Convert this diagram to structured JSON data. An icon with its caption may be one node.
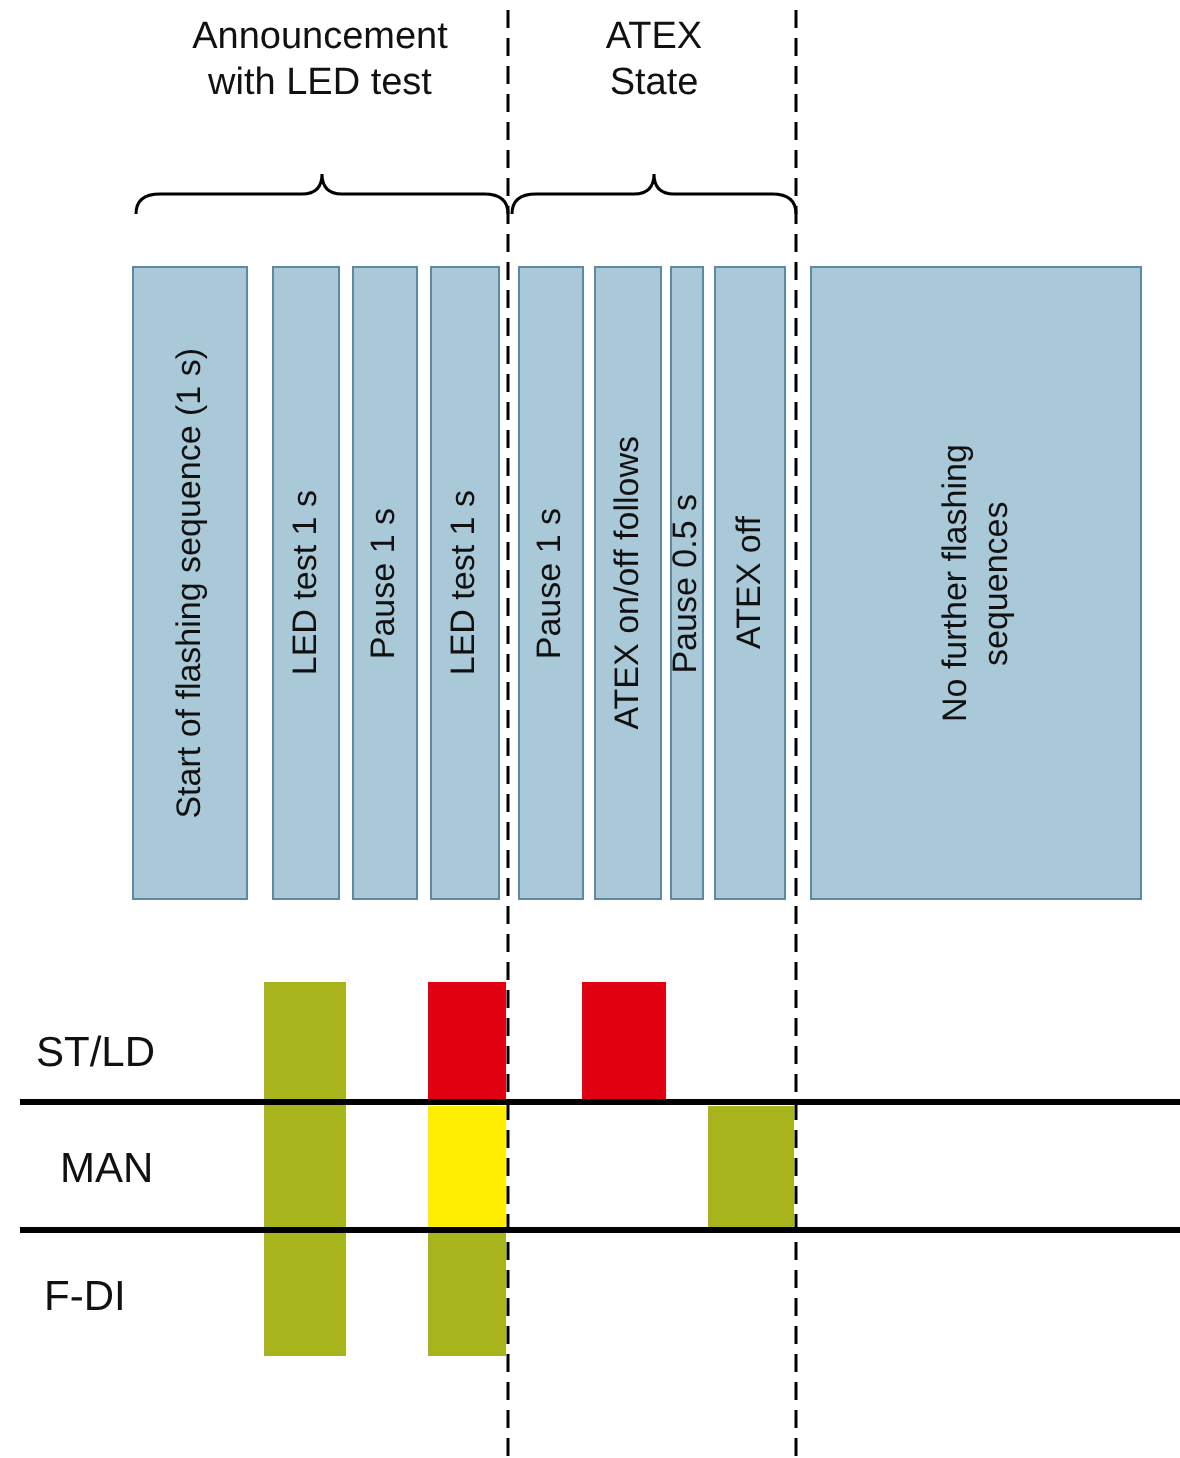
{
  "diagram": {
    "nodes": [
      {
        "text": [
          "Start of flashing sequence (1 s)"
        ]
      },
      {
        "text": [
          "LED test 1 s"
        ]
      },
      {
        "text": [
          "Pause 1 s"
        ]
      },
      {
        "text": [
          "LED test 1 s"
        ]
      },
      {
        "text": [
          "Pause 1 s"
        ]
      },
      {
        "text": [
          "ATEX on/off follows"
        ]
      },
      {
        "text": [
          "Pause 0.5 s"
        ]
      },
      {
        "text": [
          "ATEX off"
        ]
      },
      {
        "text": [
          "No further flashing sequences"
        ]
      }
    ],
    "labels": [
      "Announcement with LED test",
      "ATEX State",
      "ST/LD",
      "MAN",
      "F-DI"
    ]
  }
}
